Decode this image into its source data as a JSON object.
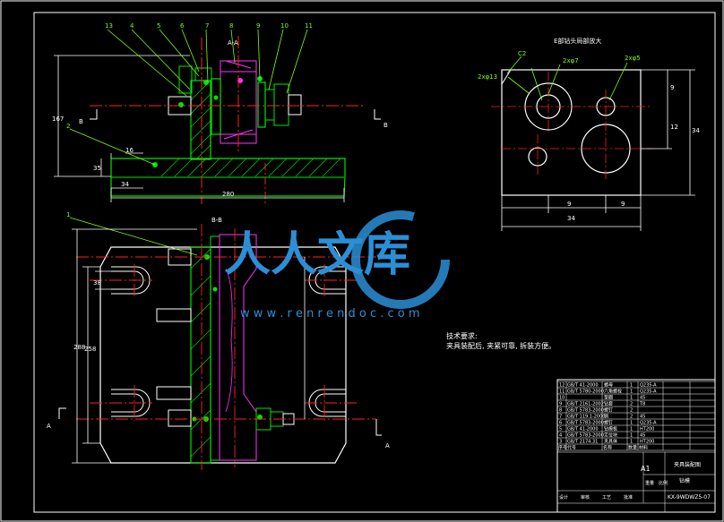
{
  "colors": {
    "background": "#000000",
    "frame": "#ffffff",
    "part": "#00e600",
    "centerline": "#ff2020",
    "dimension": "#ffffff",
    "leader": "#7fff00",
    "magenta": "#ff33ff",
    "watermark": "#2a8fd6",
    "cyan": "#00e0ff"
  },
  "views": {
    "detail_title": "E部钻头局部放大",
    "section_aa": "A-A",
    "section_bb": "B-B",
    "mark_a_right": "A",
    "mark_a_left": "A",
    "mark_b_left": "B",
    "mark_b_right": "B"
  },
  "balloons": [
    "13",
    "4",
    "5",
    "6",
    "7",
    "8",
    "9",
    "10",
    "11"
  ],
  "balloon_left": "1",
  "balloon_mid": "2",
  "dims": {
    "main_width": "280",
    "base_left": "34",
    "base_height": "35",
    "overall_height": "167",
    "step": "16",
    "plan_height_outer": "288",
    "plan_height_inner": "258",
    "slot": "38",
    "detail_width": "34",
    "detail_part_a": "9",
    "detail_part_b": "9",
    "detail_h1": "9",
    "detail_h2": "12",
    "detail_h3": "34",
    "hole1": "2xφ7",
    "hole2": "2xφ5",
    "hole3": "2xφ13",
    "chamfer": "C2"
  },
  "tech_req": {
    "title": "技术要求:",
    "line1": "夹具装配后, 夹紧可靠, 拆装方便。"
  },
  "title_block": {
    "scale_mark": "A1",
    "drawing_name": "夹具装配图",
    "part_name": "钻模",
    "drawing_no": "KX-9WDWZ5-07",
    "rows": [
      {
        "no": "12",
        "code": "GB/T 41-2000",
        "name": "螺母",
        "qty": "1",
        "mat": "Q235-A"
      },
      {
        "no": "11",
        "code": "GB/T 5780-2000",
        "name": "六角螺栓",
        "qty": "1",
        "mat": "Q235-A"
      },
      {
        "no": "10",
        "code": "",
        "name": "垫圈",
        "qty": "1",
        "mat": "45"
      },
      {
        "no": "9",
        "code": "GB/T 2161-2002",
        "name": "钻套",
        "qty": "2",
        "mat": "T8"
      },
      {
        "no": "8",
        "code": "GB/T 5783-2000",
        "name": "螺钉",
        "qty": "2",
        "mat": ""
      },
      {
        "no": "7",
        "code": "GB/T 119.1-2000",
        "name": "销",
        "qty": "2",
        "mat": "45"
      },
      {
        "no": "6",
        "code": "GB/T 5783-2000",
        "name": "螺钉",
        "qty": "1",
        "mat": "Q235-A"
      },
      {
        "no": "5",
        "code": "GB/T 41-2000",
        "name": "钻模板",
        "qty": "1",
        "mat": "HT200"
      },
      {
        "no": "4",
        "code": "GB/T 5783-2000",
        "name": "定位块",
        "qty": "1",
        "mat": "45"
      },
      {
        "no": "3",
        "code": "GB/T 2174.31",
        "name": "夹具体",
        "qty": "1",
        "mat": "HT200"
      }
    ],
    "header": [
      "序号",
      "代号",
      "名称",
      "数量",
      "材料"
    ],
    "sign_labels": [
      "设计",
      "审核",
      "工艺",
      "批准"
    ],
    "weight_label": "重量",
    "scale_label": "比例"
  },
  "watermark": {
    "cn": "人人文库",
    "url": "w w w . r e n r e n d o c . c o m"
  }
}
